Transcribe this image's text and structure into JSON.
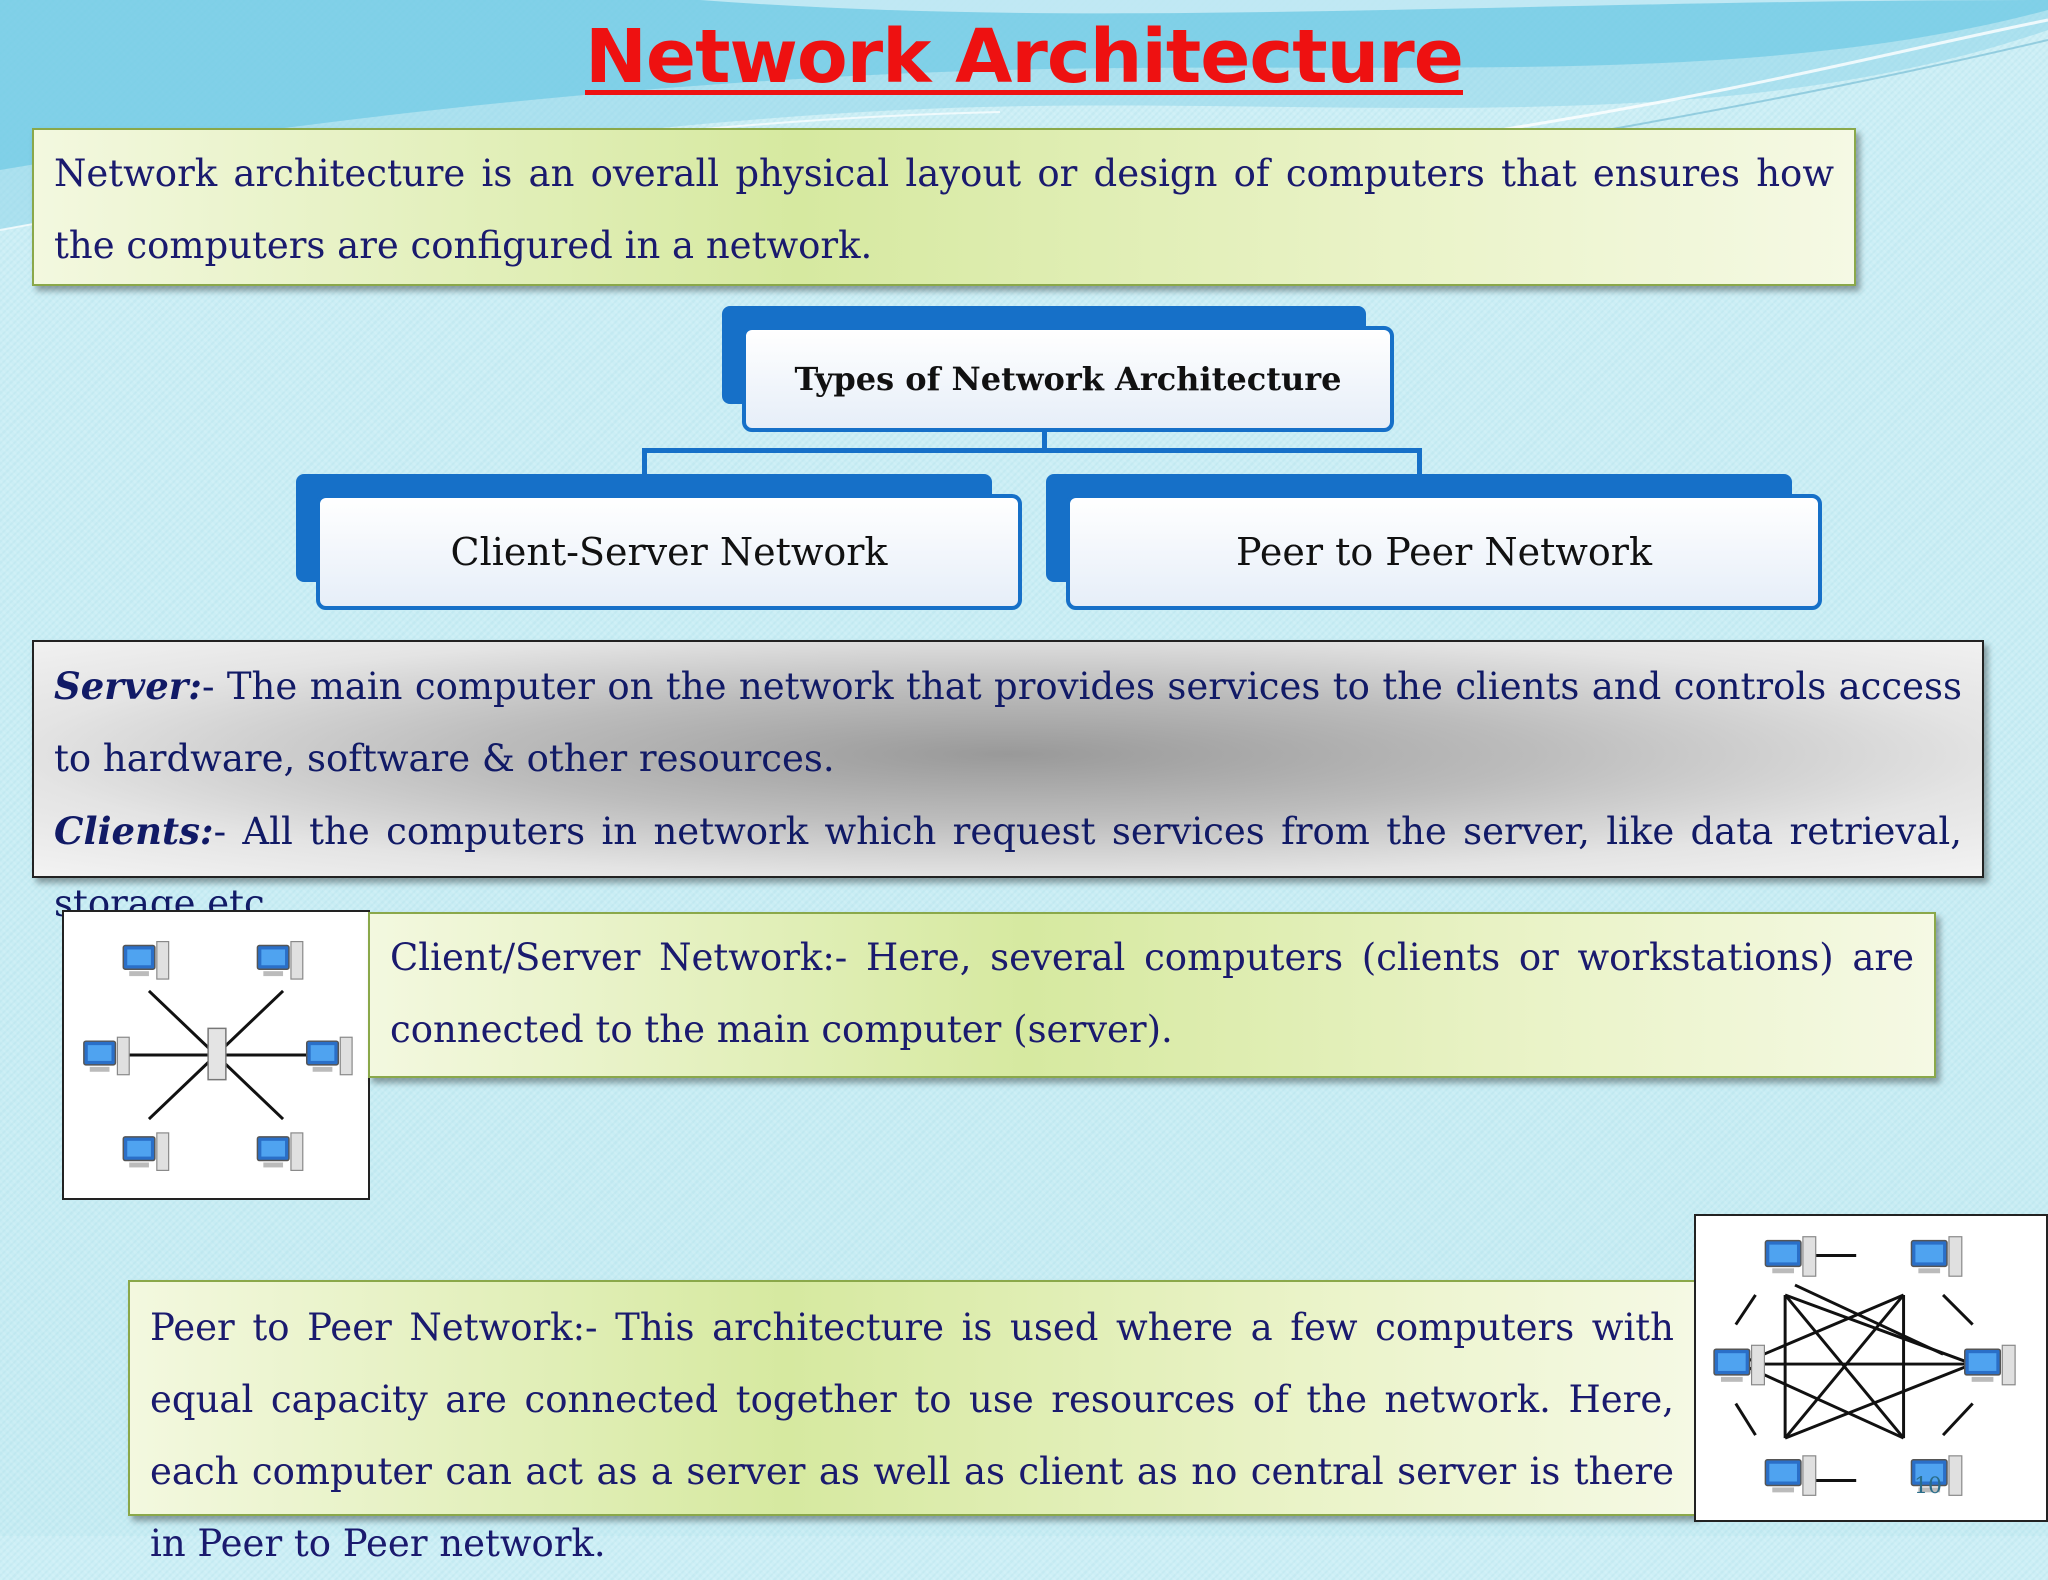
{
  "title": "Network Architecture",
  "intro": "Network architecture is an overall physical layout or design of computers that ensures how the computers are configured in a network.",
  "diagram": {
    "root": "Types of Network Architecture",
    "children": [
      "Client-Server Network",
      "Peer to Peer Network"
    ]
  },
  "definitions": {
    "server_term": "Server:",
    "server_text": "- The main computer on the network that provides services to the clients and controls access to hardware, software & other resources.",
    "clients_term": "Clients:",
    "clients_text": "- All the computers in network which request services from the server, like data retrieval, storage etc."
  },
  "client_server": "Client/Server Network:- Here, several computers (clients or workstations) are connected to the main computer (server).",
  "peer_to_peer": "Peer to Peer Network:- This architecture is used where a few computers with equal capacity are connected together to use resources of the network. Here, each computer can act as a server as well as client as no central server is there in Peer to Peer network.",
  "page_number": "10",
  "icons": {
    "star_diagram": "client-server-star-network-icon",
    "mesh_diagram": "peer-to-peer-mesh-network-icon",
    "computer": "computer-workstation-icon"
  },
  "colors": {
    "title": "#ee1111",
    "accent_blue": "#1670c8",
    "text_navy": "#1a1a6e"
  }
}
